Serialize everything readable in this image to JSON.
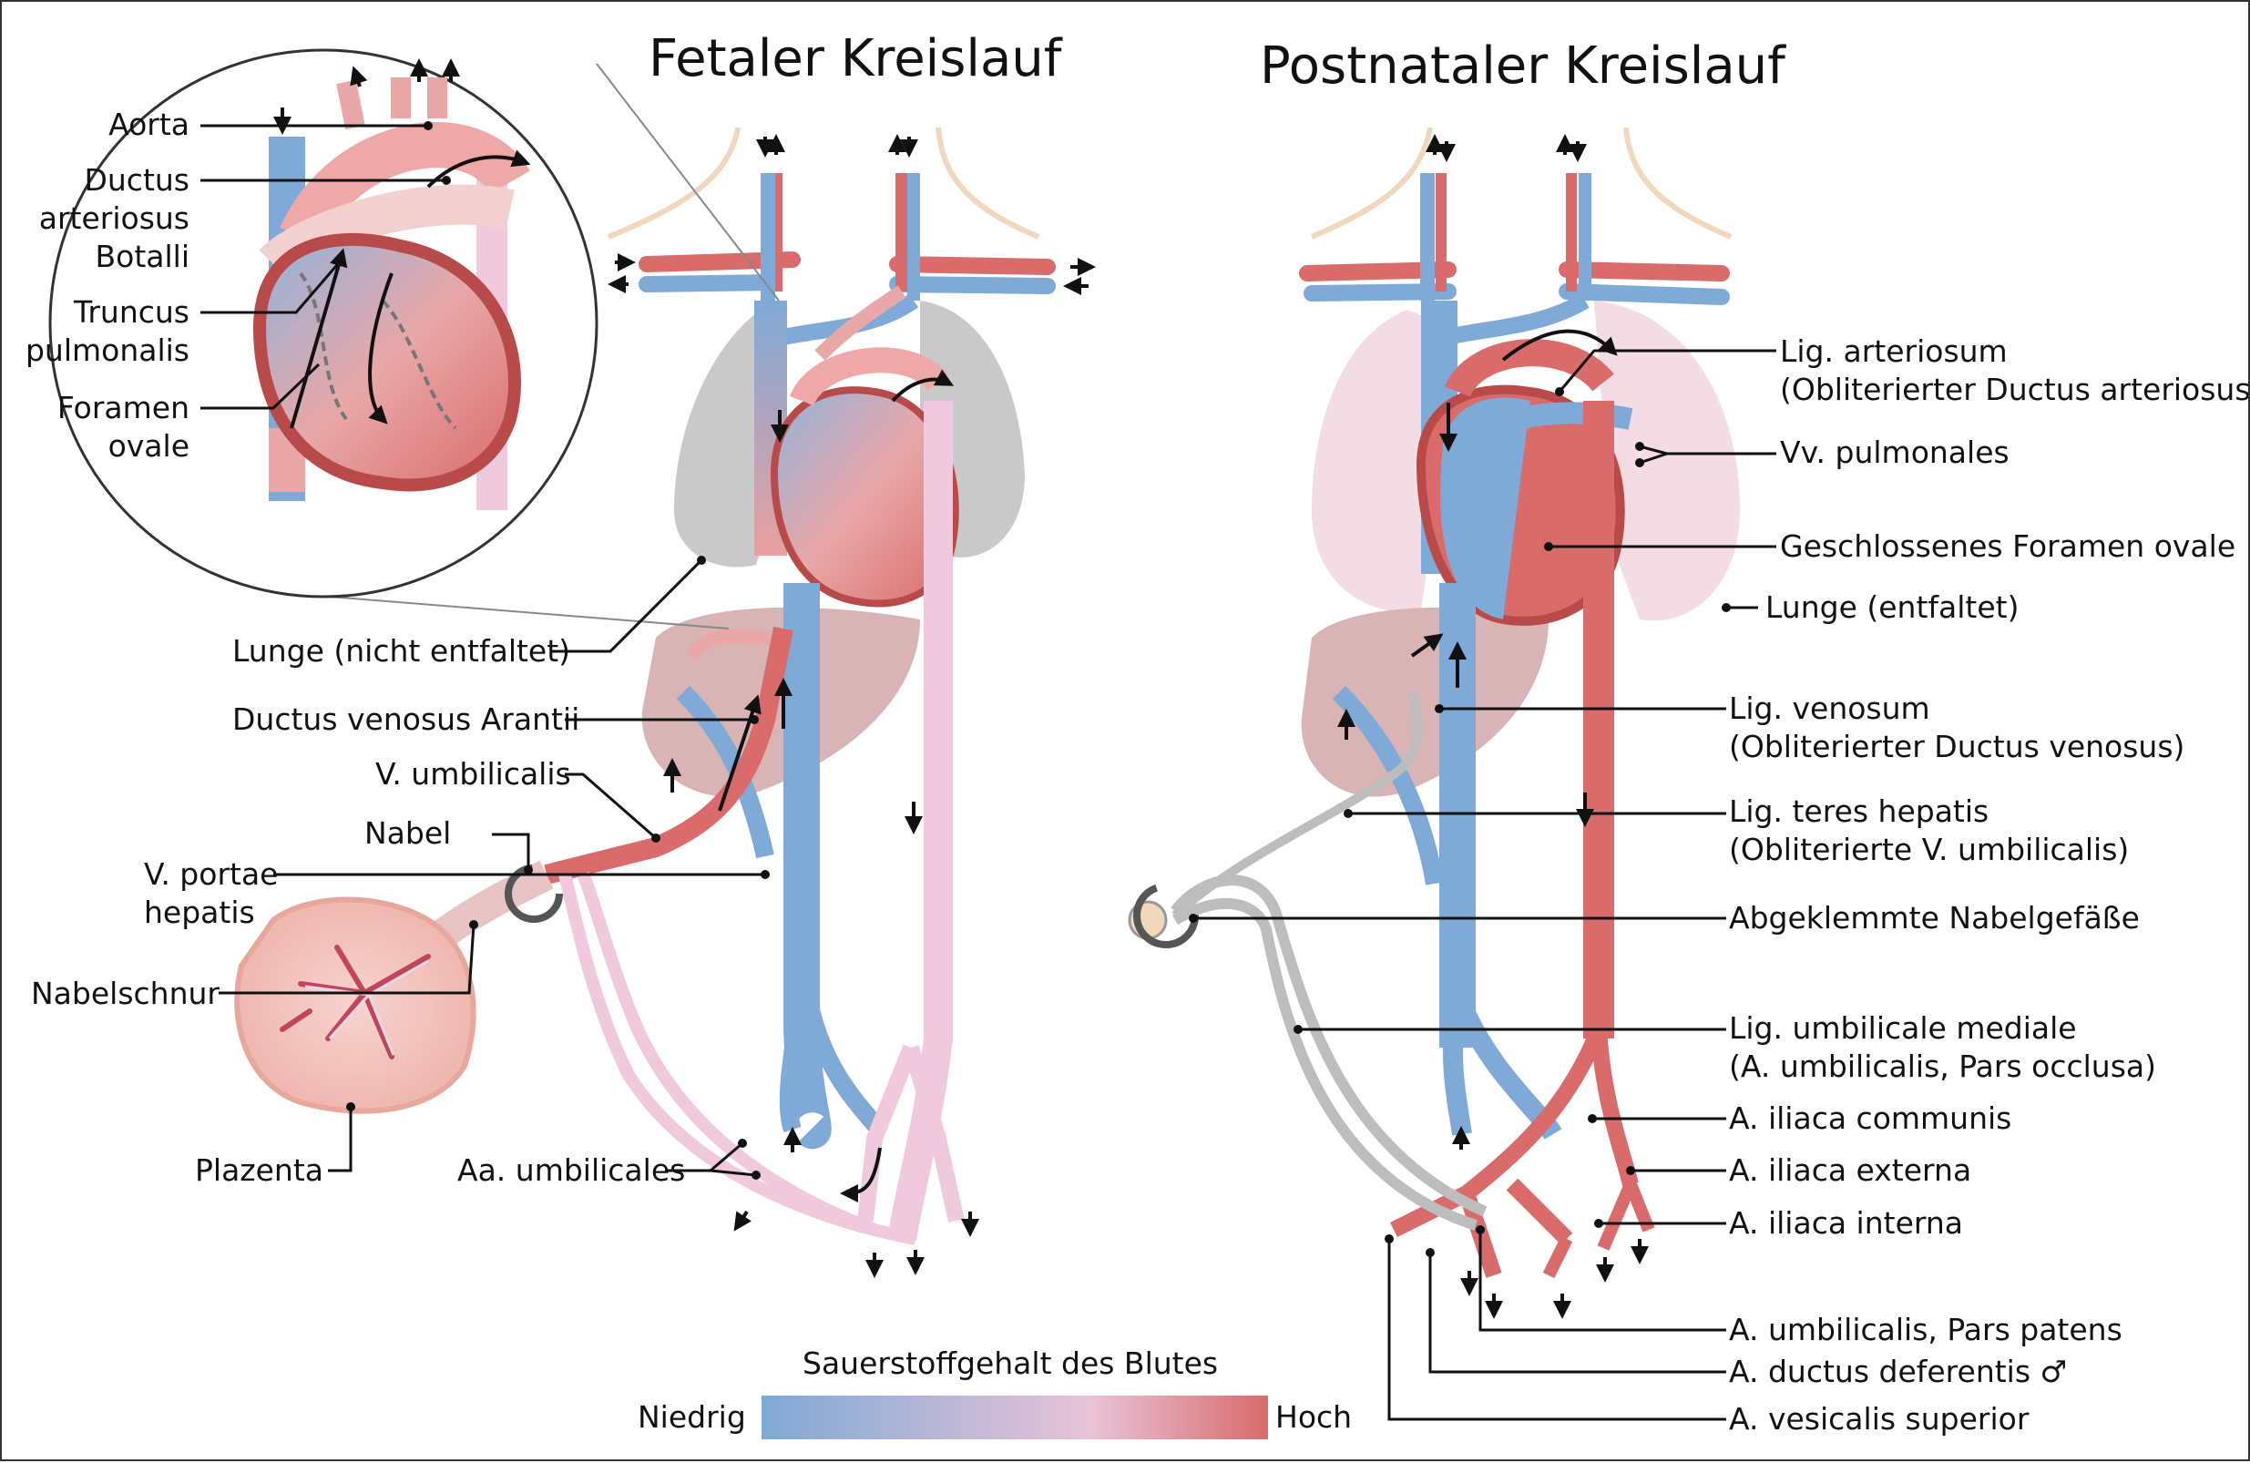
{
  "titles": {
    "fetal": "Fetaler Kreislauf",
    "postnatal": "Postnataler Kreislauf"
  },
  "inset_labels": {
    "aorta": "Aorta",
    "ductus_l1": "Ductus",
    "ductus_l2": "arteriosus",
    "ductus_l3": "Botalli",
    "truncus_l1": "Truncus",
    "truncus_l2": "pulmonalis",
    "foramen_l1": "Foramen",
    "foramen_l2": "ovale"
  },
  "fetal_labels": {
    "lunge": "Lunge (nicht entfaltet)",
    "ductus_venosus": "Ductus venosus Arantii",
    "v_umbilicalis": "V. umbilicalis",
    "nabel": "Nabel",
    "v_portae_l1": "V. portae",
    "v_portae_l2": "hepatis",
    "nabelschnur": "Nabelschnur",
    "plazenta": "Plazenta",
    "aa_umbilicales": "Aa. umbilicales"
  },
  "postnatal_labels": {
    "lig_arteriosum_l1": "Lig. arteriosum",
    "lig_arteriosum_l2": "(Obliterierter Ductus arteriosus)",
    "vv_pulmonales": "Vv. pulmonales",
    "foramen_closed": "Geschlossenes Foramen ovale",
    "lunge": "Lunge (entfaltet)",
    "lig_venosum_l1": "Lig. venosum",
    "lig_venosum_l2": "(Obliterierter Ductus venosus)",
    "lig_teres_l1": "Lig. teres hepatis",
    "lig_teres_l2": "(Obliterierte V. umbilicalis)",
    "abgeklemmt": "Abgeklemmte Nabelgefäße",
    "lig_umb_med_l1": "Lig. umbilicale mediale",
    "lig_umb_med_l2": "(A. umbilicalis, Pars occlusa)",
    "iliaca_communis": "A. iliaca communis",
    "iliaca_externa": "A. iliaca externa",
    "iliaca_interna": "A. iliaca interna",
    "umb_pars_patens": "A. umbilicalis, Pars patens",
    "ductus_deferentis": "A. ductus deferentis ♂",
    "vesicalis_superior": "A. vesicalis superior"
  },
  "legend": {
    "title": "Sauerstoffgehalt des Blutes",
    "low": "Niedrig",
    "high": "Hoch",
    "colors": [
      "#7fa9d6",
      "#e9c3d8",
      "#d96b6b"
    ]
  },
  "colors": {
    "vein_blue": "#7fa9d6",
    "artery_red": "#d96b6b",
    "dark_red": "#b84a4a",
    "mixed_pink": "#eea8a8",
    "umbilical_pink": "#f0c9dc",
    "lung_grey": "#c9c9c9",
    "lung_pink": "#f3dce4",
    "liver": "#d8b4b4",
    "clamped_grey": "#bdbdbd",
    "skin": "#f1d7bb"
  }
}
